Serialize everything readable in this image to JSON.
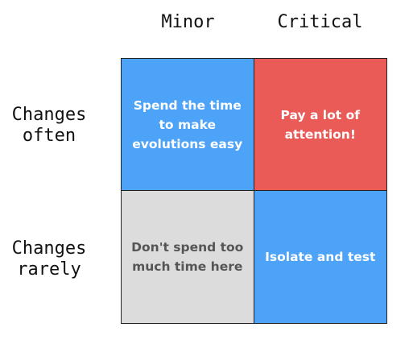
{
  "columns": {
    "minor": "Minor",
    "critical": "Critical"
  },
  "rows": {
    "often": "Changes\noften",
    "rarely": "Changes\nrarely"
  },
  "cells": {
    "often_minor": {
      "text": "Spend the time to make evolutions easy",
      "color": "#4da3f7",
      "text_color": "#ffffff"
    },
    "often_critical": {
      "text": "Pay a lot of attention!",
      "color": "#ea5a57",
      "text_color": "#ffffff"
    },
    "rarely_minor": {
      "text": "Don't spend too much time here",
      "color": "#dcdcdc",
      "text_color": "#555555"
    },
    "rarely_critical": {
      "text": "Isolate and test",
      "color": "#4da3f7",
      "text_color": "#ffffff"
    }
  }
}
